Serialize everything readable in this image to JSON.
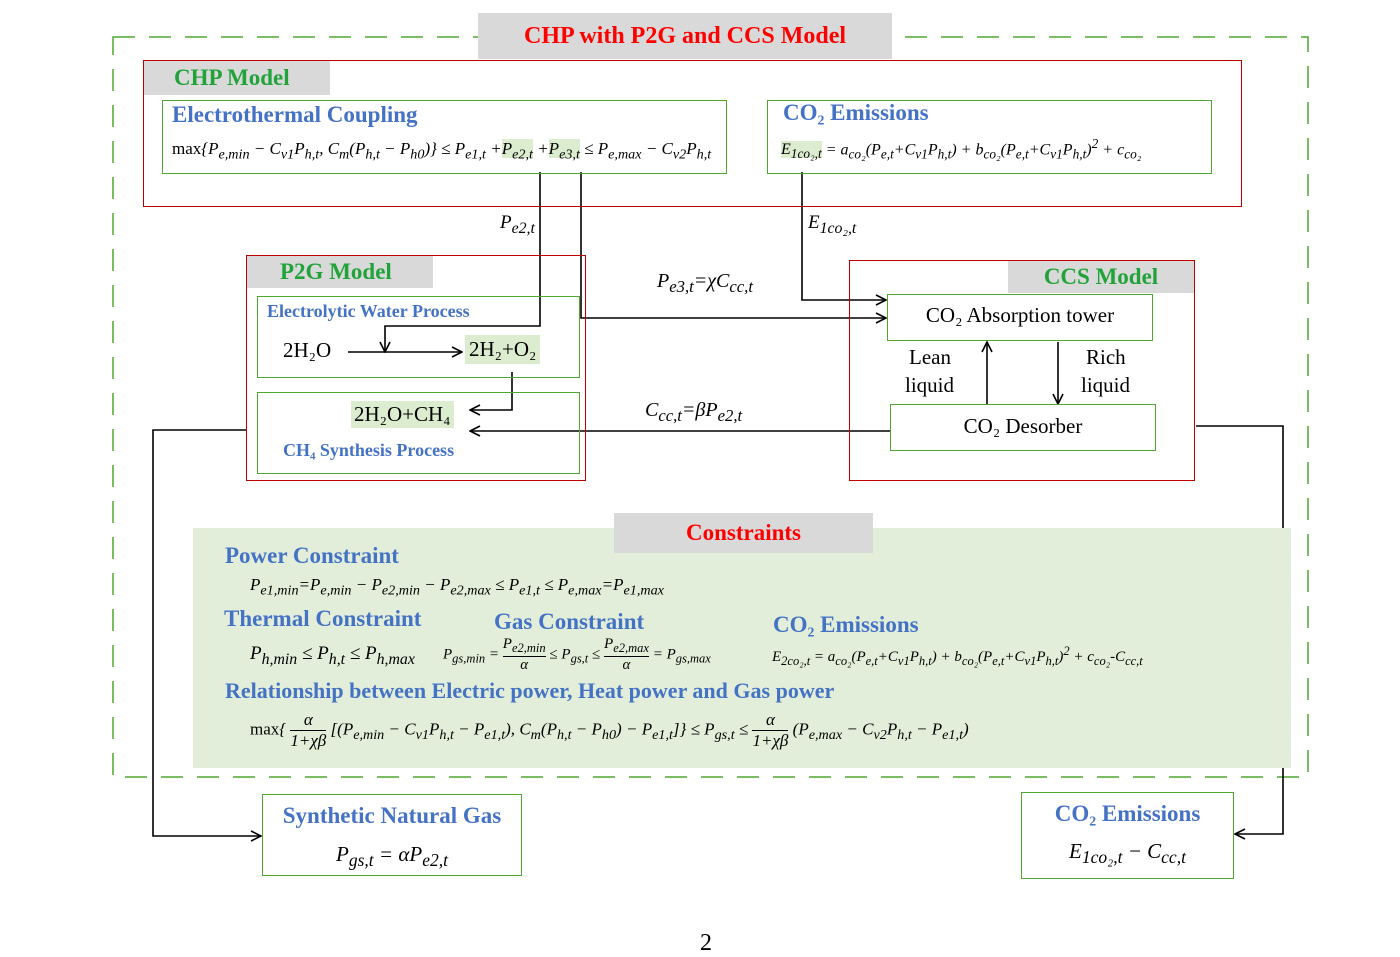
{
  "main_title": "CHP with P2G and CCS Model",
  "chp": {
    "title": "CHP Model",
    "coupling_title": "Electrothermal Coupling",
    "coupling_formula": "max{P_e,min − C_v1 P_h,t, C_m (P_h,t − P_h0)} ≤ P_e1,t + P_e2,t + P_e3,t ≤ P_e,max − C_v2 P_h,t",
    "emissions_title": "CO₂ Emissions",
    "emissions_formula": "E_1co₂,t = a_co₂ (P_e,t + C_v1 P_h,t) + b_co₂ (P_e,t + C_v1 P_h,t)² + c_co₂"
  },
  "flows": {
    "pe2": "P_e2,t",
    "e1co2": "E_1co₂,t",
    "pe3": "P_e3,t = χC_cc,t",
    "ccc": "C_cc,t = βP_e2,t"
  },
  "p2g": {
    "title": "P2G Model",
    "electrolytic_title": "Electrolytic Water Process",
    "reactant": "2H₂O",
    "product": "2H₂+O₂",
    "synthesis_product": "2H₂O+CH₄",
    "synthesis_title": "CH₄ Synthesis Process"
  },
  "ccs": {
    "title": "CCS Model",
    "absorption": "CO₂ Absorption tower",
    "lean_1": "Lean",
    "lean_2": "liquid",
    "rich_1": "Rich",
    "rich_2": "liquid",
    "desorber": "CO₂ Desorber"
  },
  "constraints": {
    "title": "Constraints",
    "power_title": "Power Constraint",
    "power_formula": "P_e1,min = P_e,min − P_e2,min − P_e2,max ≤ P_e1,t ≤ P_e,max = P_e1,max",
    "thermal_title": "Thermal Constraint",
    "thermal_formula": "P_h,min ≤ P_h,t ≤ P_h,max",
    "gas_title": "Gas Constraint",
    "gas_formula": "P_gs,min = P_e2,min/α ≤ P_gs,t ≤ P_e2,max/α = P_gs,max",
    "co2_title": "CO₂ Emissions",
    "co2_formula": "E_2co₂,t = a_co₂ (P_e,t + C_v1 P_h,t) + b_co₂ (P_e,t + C_v1 P_h,t)² + c_co₂ − C_cc,t",
    "relation_title": "Relationship between Electric power, Heat power and Gas power",
    "relation_formula": "max{ α/(1+χβ) [ (P_e,min − C_v1 P_h,t − P_e1,t), C_m (P_h,t − P_h0) − P_e1,t ] } ≤ P_gs,t ≤ α/(1+χβ) (P_e,max − C_v2 P_h,t − P_e1,t)"
  },
  "outputs": {
    "sng_title": "Synthetic Natural Gas",
    "sng_formula": "P_gs,t = αP_e2,t",
    "co2_title": "CO₂ Emissions",
    "co2_formula": "E_1co₂,t − C_cc,t"
  },
  "page_number": "2"
}
